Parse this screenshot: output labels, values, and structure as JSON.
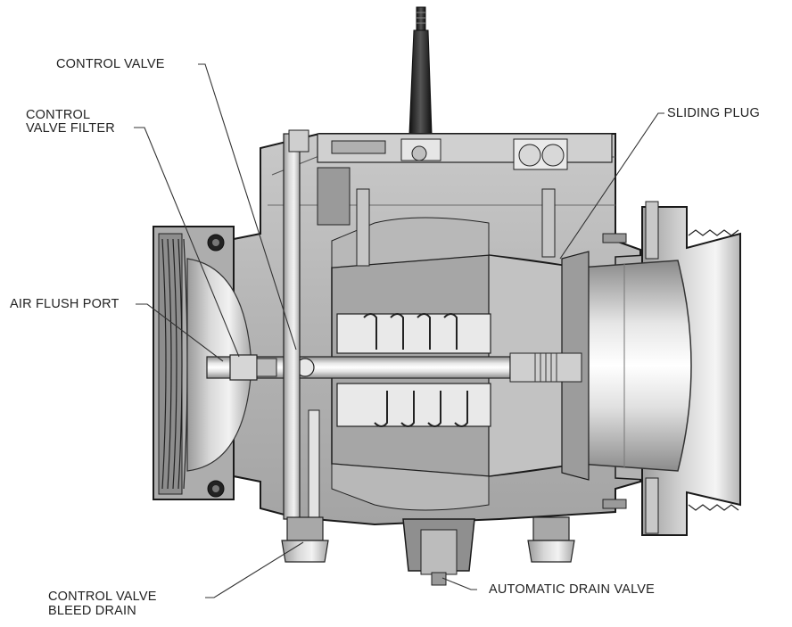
{
  "labels": {
    "control_valve": "CONTROL VALVE",
    "control_valve_filter_line1": "CONTROL",
    "control_valve_filter_line2": "VALVE FILTER",
    "sliding_plug": "SLIDING PLUG",
    "air_flush_port": "AIR FLUSH PORT",
    "control_valve_bleed_drain_line1": "CONTROL VALVE",
    "control_valve_bleed_drain_line2": "BLEED DRAIN",
    "automatic_drain_valve": "AUTOMATIC DRAIN VALVE"
  },
  "colors": {
    "body": "#b9b9b9",
    "body_dark": "#8e8e8e",
    "outline": "#1a1a1a",
    "leader": "#333333",
    "text": "#222222"
  }
}
